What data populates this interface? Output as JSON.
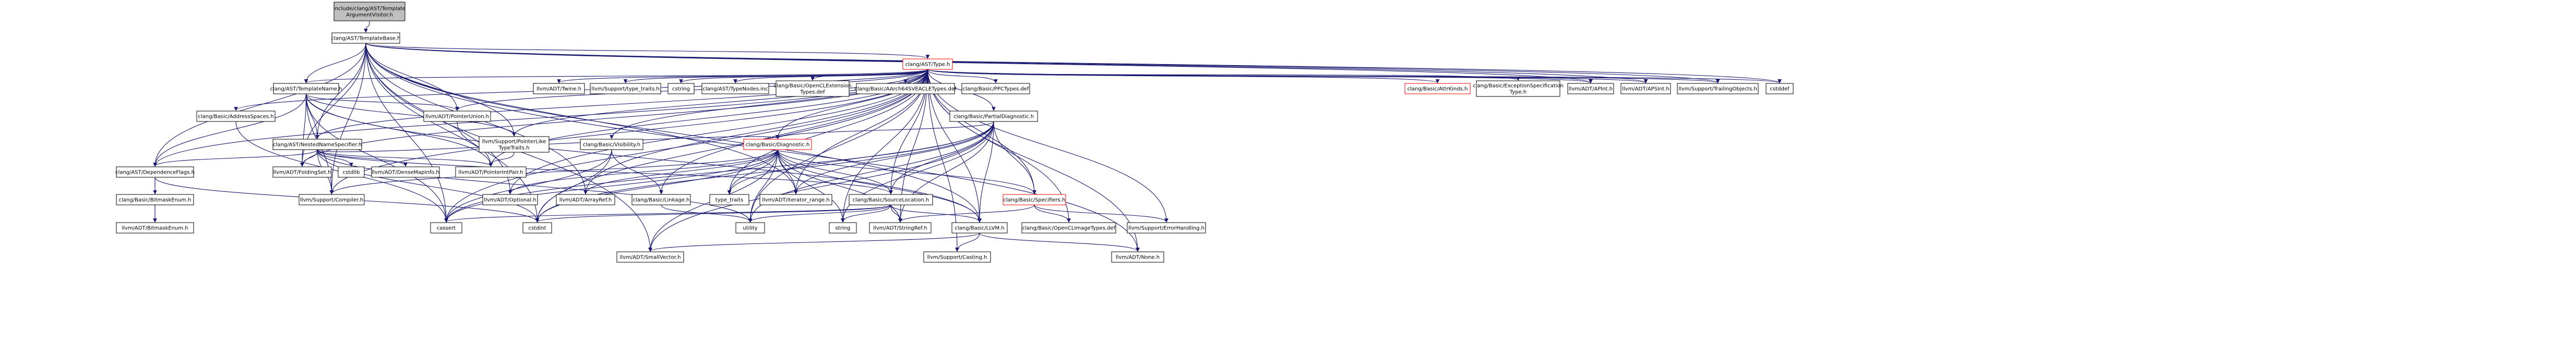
{
  "graph_title": "include/clang/AST/TemplateArgumentVisitor.h",
  "edge_color": "#191970",
  "root_fill": "#bfbfbf",
  "truncated_border_color": "#ff0000",
  "nodes": [
    {
      "id": "root",
      "lines": [
        "include/clang/AST/Template",
        "ArgumentVisitor.h"
      ],
      "style": "root"
    },
    {
      "id": "templatebase",
      "lines": [
        "clang/AST/TemplateBase.h"
      ],
      "style": "normal"
    },
    {
      "id": "type",
      "lines": [
        "clang/AST/Type.h"
      ],
      "style": "red"
    },
    {
      "id": "templatename",
      "lines": [
        "clang/AST/TemplateName.h"
      ],
      "style": "normal"
    },
    {
      "id": "llvmterm",
      "lines": [
        "llvm/ADT/Twine.h"
      ],
      "style": "normal"
    },
    {
      "id": "typetraits",
      "lines": [
        "llvm/Support/type_traits.h"
      ],
      "style": "normal"
    },
    {
      "id": "cstring",
      "lines": [
        "cstring"
      ],
      "style": "normal"
    },
    {
      "id": "typenodes",
      "lines": [
        "clang/AST/TypeNodes.inc"
      ],
      "style": "normal"
    },
    {
      "id": "opencl_ext",
      "lines": [
        "clang/Basic/OpenCLExtension",
        "Types.def"
      ],
      "style": "normal"
    },
    {
      "id": "aarch64",
      "lines": [
        "clang/Basic/AArch64SVEACLETypes.def"
      ],
      "style": "normal"
    },
    {
      "id": "ppctypes",
      "lines": [
        "clang/Basic/PPCTypes.def"
      ],
      "style": "normal"
    },
    {
      "id": "attrkinds",
      "lines": [
        "clang/Basic/AttrKinds.h"
      ],
      "style": "red"
    },
    {
      "id": "exceptionspec",
      "lines": [
        "clang/Basic/ExceptionSpecification",
        "Type.h"
      ],
      "style": "normal"
    },
    {
      "id": "aprint",
      "lines": [
        "llvm/ADT/APInt.h"
      ],
      "style": "normal"
    },
    {
      "id": "apsint",
      "lines": [
        "llvm/ADT/APSInt.h"
      ],
      "style": "normal"
    },
    {
      "id": "trailingobjects",
      "lines": [
        "llvm/Support/TrailingObjects.h"
      ],
      "style": "normal"
    },
    {
      "id": "cstddef",
      "lines": [
        "cstddef"
      ],
      "style": "normal"
    },
    {
      "id": "addressspaces",
      "lines": [
        "clang/Basic/AddressSpaces.h"
      ],
      "style": "normal"
    },
    {
      "id": "nestednamespec",
      "lines": [
        "clang/AST/NestedNameSpecifier.h"
      ],
      "style": "normal"
    },
    {
      "id": "pointerunion",
      "lines": [
        "llvm/ADT/PointerUnion.h"
      ],
      "style": "normal"
    },
    {
      "id": "pointerlike",
      "lines": [
        "llvm/Support/PointerLike",
        "TypeTraits.h"
      ],
      "style": "normal"
    },
    {
      "id": "partialdiag",
      "lines": [
        "clang/Basic/PartialDiagnostic.h"
      ],
      "style": "normal"
    },
    {
      "id": "visibility",
      "lines": [
        "clang/Basic/Visibility.h"
      ],
      "style": "normal"
    },
    {
      "id": "diagnostic",
      "lines": [
        "clang/Basic/Diagnostic.h"
      ],
      "style": "red"
    },
    {
      "id": "dependenceflags",
      "lines": [
        "clang/AST/DependenceFlags.h"
      ],
      "style": "normal"
    },
    {
      "id": "foldingset",
      "lines": [
        "llvm/ADT/FoldingSet.h"
      ],
      "style": "normal"
    },
    {
      "id": "cstdlib",
      "lines": [
        "cstdlib"
      ],
      "style": "normal"
    },
    {
      "id": "densemapinfo",
      "lines": [
        "llvm/ADT/DenseMapInfo.h"
      ],
      "style": "normal"
    },
    {
      "id": "pointerintpair",
      "lines": [
        "llvm/ADT/PointerIntPair.h"
      ],
      "style": "normal"
    },
    {
      "id": "compiler",
      "lines": [
        "llvm/Support/Compiler.h"
      ],
      "style": "normal"
    },
    {
      "id": "optional",
      "lines": [
        "llvm/ADT/Optional.h"
      ],
      "style": "normal"
    },
    {
      "id": "arrayref",
      "lines": [
        "llvm/ADT/ArrayRef.h"
      ],
      "style": "normal"
    },
    {
      "id": "linkage",
      "lines": [
        "clang/Basic/Linkage.h"
      ],
      "style": "normal"
    },
    {
      "id": "typetraits_std",
      "lines": [
        "type_traits"
      ],
      "style": "normal"
    },
    {
      "id": "iteratorrange",
      "lines": [
        "llvm/ADT/iterator_range.h"
      ],
      "style": "normal"
    },
    {
      "id": "sourcelocation",
      "lines": [
        "clang/Basic/SourceLocation.h"
      ],
      "style": "normal"
    },
    {
      "id": "specifiers",
      "lines": [
        "clang/Basic/Specifiers.h"
      ],
      "style": "red"
    },
    {
      "id": "bitmaskenum_clang",
      "lines": [
        "clang/Basic/BitmaskEnum.h"
      ],
      "style": "normal"
    },
    {
      "id": "bitmaskenum_llvm",
      "lines": [
        "llvm/ADT/BitmaskEnum.h"
      ],
      "style": "normal"
    },
    {
      "id": "cassert",
      "lines": [
        "cassert"
      ],
      "style": "normal"
    },
    {
      "id": "cstdint",
      "lines": [
        "cstdint"
      ],
      "style": "normal"
    },
    {
      "id": "utility",
      "lines": [
        "utility"
      ],
      "style": "normal"
    },
    {
      "id": "string",
      "lines": [
        "string"
      ],
      "style": "normal"
    },
    {
      "id": "stringref",
      "lines": [
        "llvm/ADT/StringRef.h"
      ],
      "style": "normal"
    },
    {
      "id": "llvmh",
      "lines": [
        "clang/Basic/LLVM.h"
      ],
      "style": "normal"
    },
    {
      "id": "openclimage",
      "lines": [
        "clang/Basic/OpenCLImageTypes.def"
      ],
      "style": "normal"
    },
    {
      "id": "errorhandling",
      "lines": [
        "llvm/Support/ErrorHandling.h"
      ],
      "style": "normal"
    },
    {
      "id": "smallvector",
      "lines": [
        "llvm/ADT/SmallVector.h"
      ],
      "style": "normal"
    },
    {
      "id": "casting",
      "lines": [
        "llvm/Support/Casting.h"
      ],
      "style": "normal"
    },
    {
      "id": "none",
      "lines": [
        "llvm/ADT/None.h"
      ],
      "style": "normal"
    }
  ]
}
